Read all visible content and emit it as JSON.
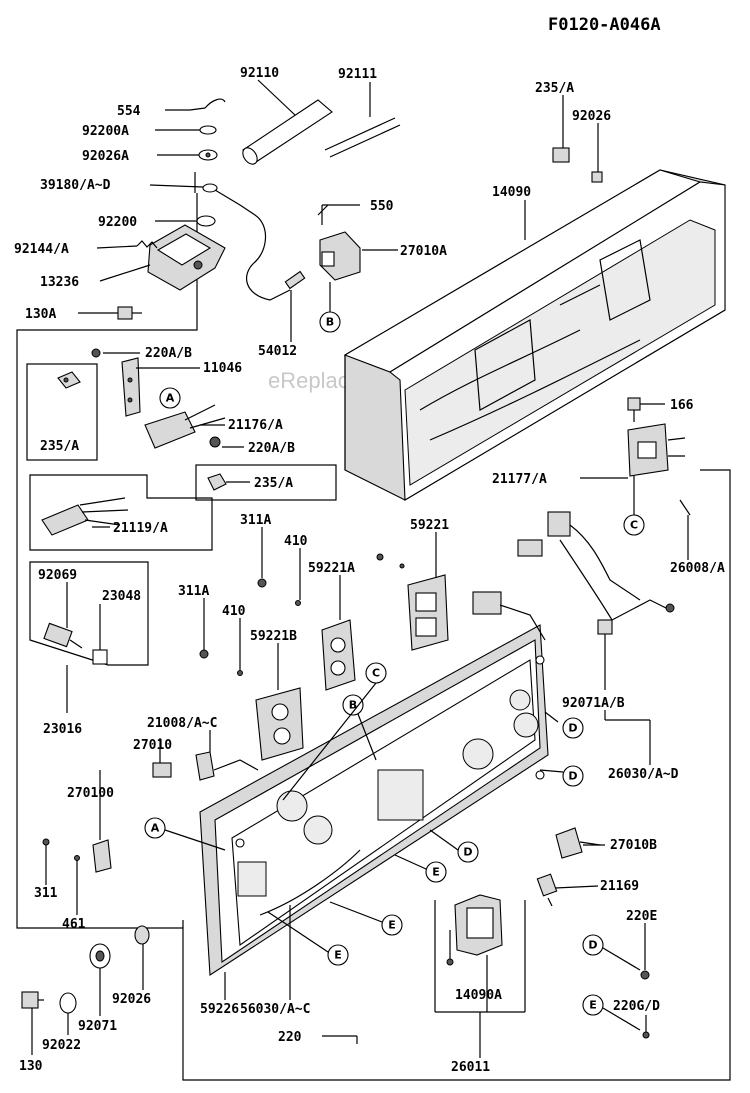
{
  "diagram": {
    "code": "F0120-A046A",
    "watermark": "eReplacementParts.com",
    "labels": {
      "p554": "554",
      "p92200A": "92200A",
      "p92026A": "92026A",
      "p39180": "39180/A~D",
      "p92200": "92200",
      "p92144": "92144/A",
      "p13236": "13236",
      "p130A": "130A",
      "p92110": "92110",
      "p92111": "92111",
      "p550": "550",
      "p27010A": "27010A",
      "p54012": "54012",
      "p235A_top": "235/A",
      "p92026": "92026",
      "p14090": "14090",
      "p220AB_1": "220A/B",
      "p11046": "11046",
      "p235A_left": "235/A",
      "p21176": "21176/A",
      "p220AB_2": "220A/B",
      "p235A_box": "235/A",
      "p21119": "21119/A",
      "p166": "166",
      "p21177": "21177/A",
      "p311A_1": "311A",
      "p410_1": "410",
      "p59221": "59221",
      "p59221A": "59221A",
      "p311A_2": "311A",
      "p410_2": "410",
      "p59221B": "59221B",
      "p92069": "92069",
      "p23048": "23048",
      "p23016": "23016",
      "p26008": "26008/A",
      "p92071AB": "92071A/B",
      "p21008": "21008/A~C",
      "p27010": "27010",
      "p26030": "26030/A~D",
      "p270100": "270100",
      "p27010B": "27010B",
      "p311": "311",
      "p461": "461",
      "p21169": "21169",
      "p220E": "220E",
      "p92026_b": "92026",
      "p92071_b": "92071",
      "p92022": "92022",
      "p130": "130",
      "p59226": "59226",
      "p56030": "56030/A~C",
      "p220": "220",
      "p14090A": "14090A",
      "p26011": "26011",
      "p220GD": "220G/D"
    },
    "callouts": {
      "A": "A",
      "B": "B",
      "C": "C",
      "D": "D",
      "E": "E"
    }
  }
}
